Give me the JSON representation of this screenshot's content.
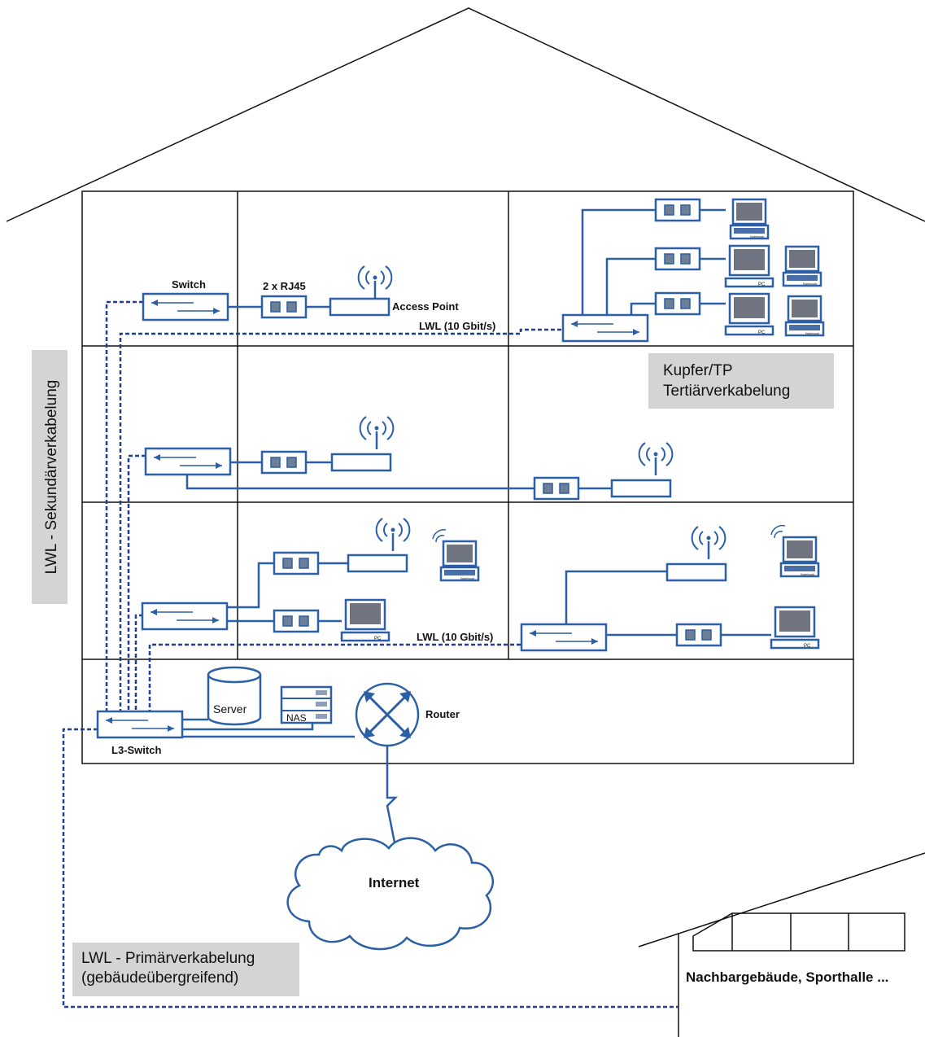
{
  "labels": {
    "switch": "Switch",
    "rj45": "2 x RJ45",
    "access_point": "Access Point",
    "lwl_top": "LWL (10 Gbit/s)",
    "lwl_mid": "LWL (10 Gbit/s)",
    "server": "Server",
    "nas": "NAS",
    "router": "Router",
    "l3_switch": "L3-Switch",
    "internet": "Internet",
    "neighbor": "Nachbargebäude, Sporthalle ...",
    "pc": "PC",
    "notebook": "Notebook"
  },
  "boxes": {
    "tertiary_line1": "Kupfer/TP",
    "tertiary_line2": "Tertiärverkabelung",
    "secondary": "LWL - Sekundärverkabelung",
    "primary_line1": "LWL - Primärverkabelung",
    "primary_line2": "(gebäudeübergreifend)"
  },
  "colors": {
    "device_blue": "#2b5fa6",
    "fiber_blue": "#1f3f8f",
    "label_box_gray": "#d4d4d4",
    "outline": "#111111"
  }
}
